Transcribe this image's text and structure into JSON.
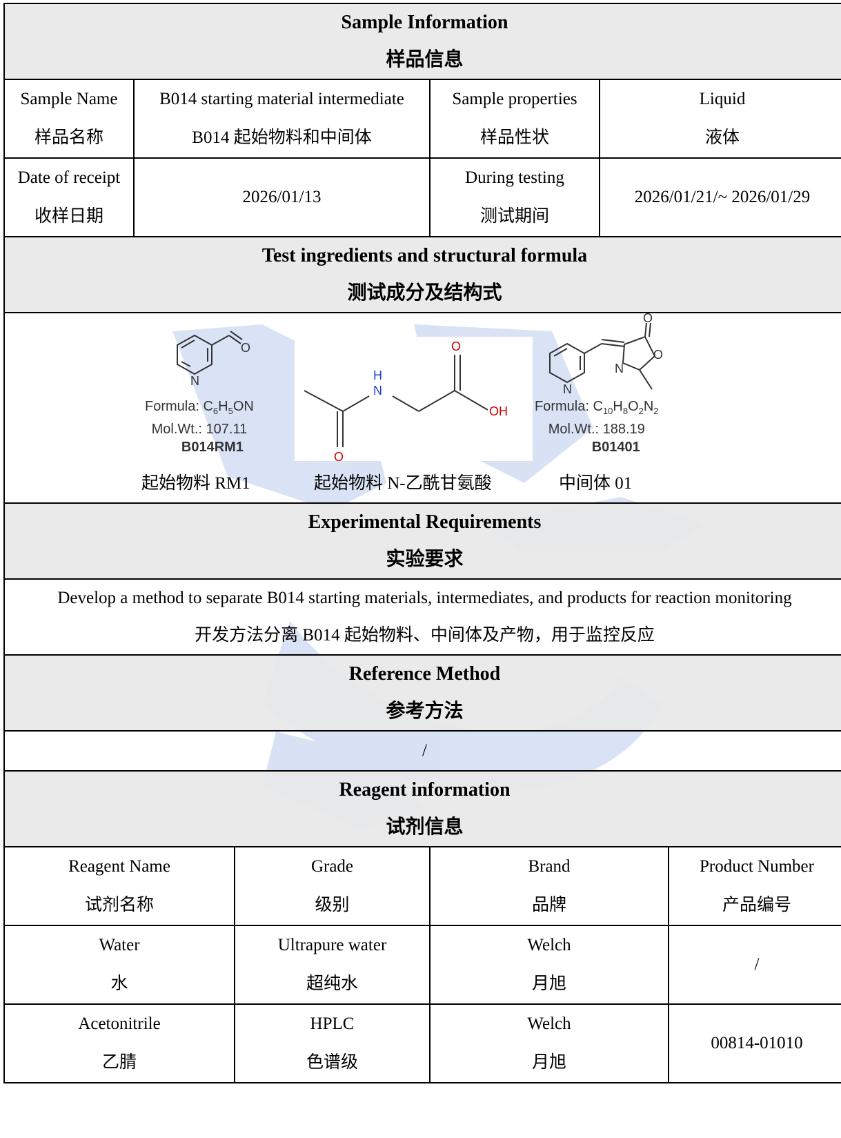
{
  "sample_info": {
    "title_en": "Sample Information",
    "title_zh": "样品信息",
    "sample_name_label_en": "Sample Name",
    "sample_name_label_zh": "样品名称",
    "sample_name_value_en": "B014 starting material intermediate",
    "sample_name_value_zh": "B014 起始物料和中间体",
    "properties_label_en": "Sample properties",
    "properties_label_zh": "样品性状",
    "properties_value_en": "Liquid",
    "properties_value_zh": "液体",
    "receipt_label_en": "Date of receipt",
    "receipt_label_zh": "收样日期",
    "receipt_value": "2026/01/13",
    "testing_label_en": "During testing",
    "testing_label_zh": "测试期间",
    "testing_value": "2026/01/21/~ 2026/01/29"
  },
  "ingredients": {
    "title_en": "Test ingredients and structural formula",
    "title_zh": "测试成分及结构式",
    "compounds": [
      {
        "formula_prefix": "Formula: C",
        "formula_tail": "H",
        "formula_end": "ON",
        "sub1": "6",
        "sub2": "5",
        "mw": "Mol.Wt.: 107.11",
        "code": "B014RM1",
        "caption": "起始物料 RM1"
      },
      {
        "caption": "起始物料 N-乙酰甘氨酸"
      },
      {
        "formula_prefix": "Formula: C",
        "formula_tail": "H",
        "formula_mid": "O",
        "formula_end": "N",
        "sub1": "10",
        "sub2": "8",
        "sub3": "2",
        "sub4": "2",
        "mw": "Mol.Wt.: 188.19",
        "code": "B01401",
        "caption": "中间体 01"
      }
    ]
  },
  "experimental": {
    "title_en": "Experimental Requirements",
    "title_zh": "实验要求",
    "text_en": "Develop a method to separate B014 starting materials, intermediates, and products for reaction monitoring",
    "text_zh": "开发方法分离 B014 起始物料、中间体及产物，用于监控反应"
  },
  "reference": {
    "title_en": "Reference Method",
    "title_zh": "参考方法",
    "value": "/"
  },
  "reagent": {
    "title_en": "Reagent information",
    "title_zh": "试剂信息",
    "headers": [
      {
        "en": "Reagent Name",
        "zh": "试剂名称"
      },
      {
        "en": "Grade",
        "zh": "级别"
      },
      {
        "en": "Brand",
        "zh": "品牌"
      },
      {
        "en": "Product Number",
        "zh": "产品编号"
      }
    ],
    "rows": [
      {
        "name_en": "Water",
        "name_zh": "水",
        "grade_en": "Ultrapure water",
        "grade_zh": "超纯水",
        "brand_en": "Welch",
        "brand_zh": "月旭",
        "product": "/"
      },
      {
        "name_en": "Acetonitrile",
        "name_zh": "乙腈",
        "grade_en": "HPLC",
        "grade_zh": "色谱级",
        "brand_en": "Welch",
        "brand_zh": "月旭",
        "product": "00814-01010"
      }
    ]
  },
  "atoms": {
    "o": "O",
    "n": "N",
    "h": "H",
    "oh": "OH"
  },
  "colors": {
    "watermark": "#3366cc",
    "header_bg": "#e8e8e8",
    "hetero_red": "#cc0000",
    "hetero_blue": "#1a3fcc"
  }
}
